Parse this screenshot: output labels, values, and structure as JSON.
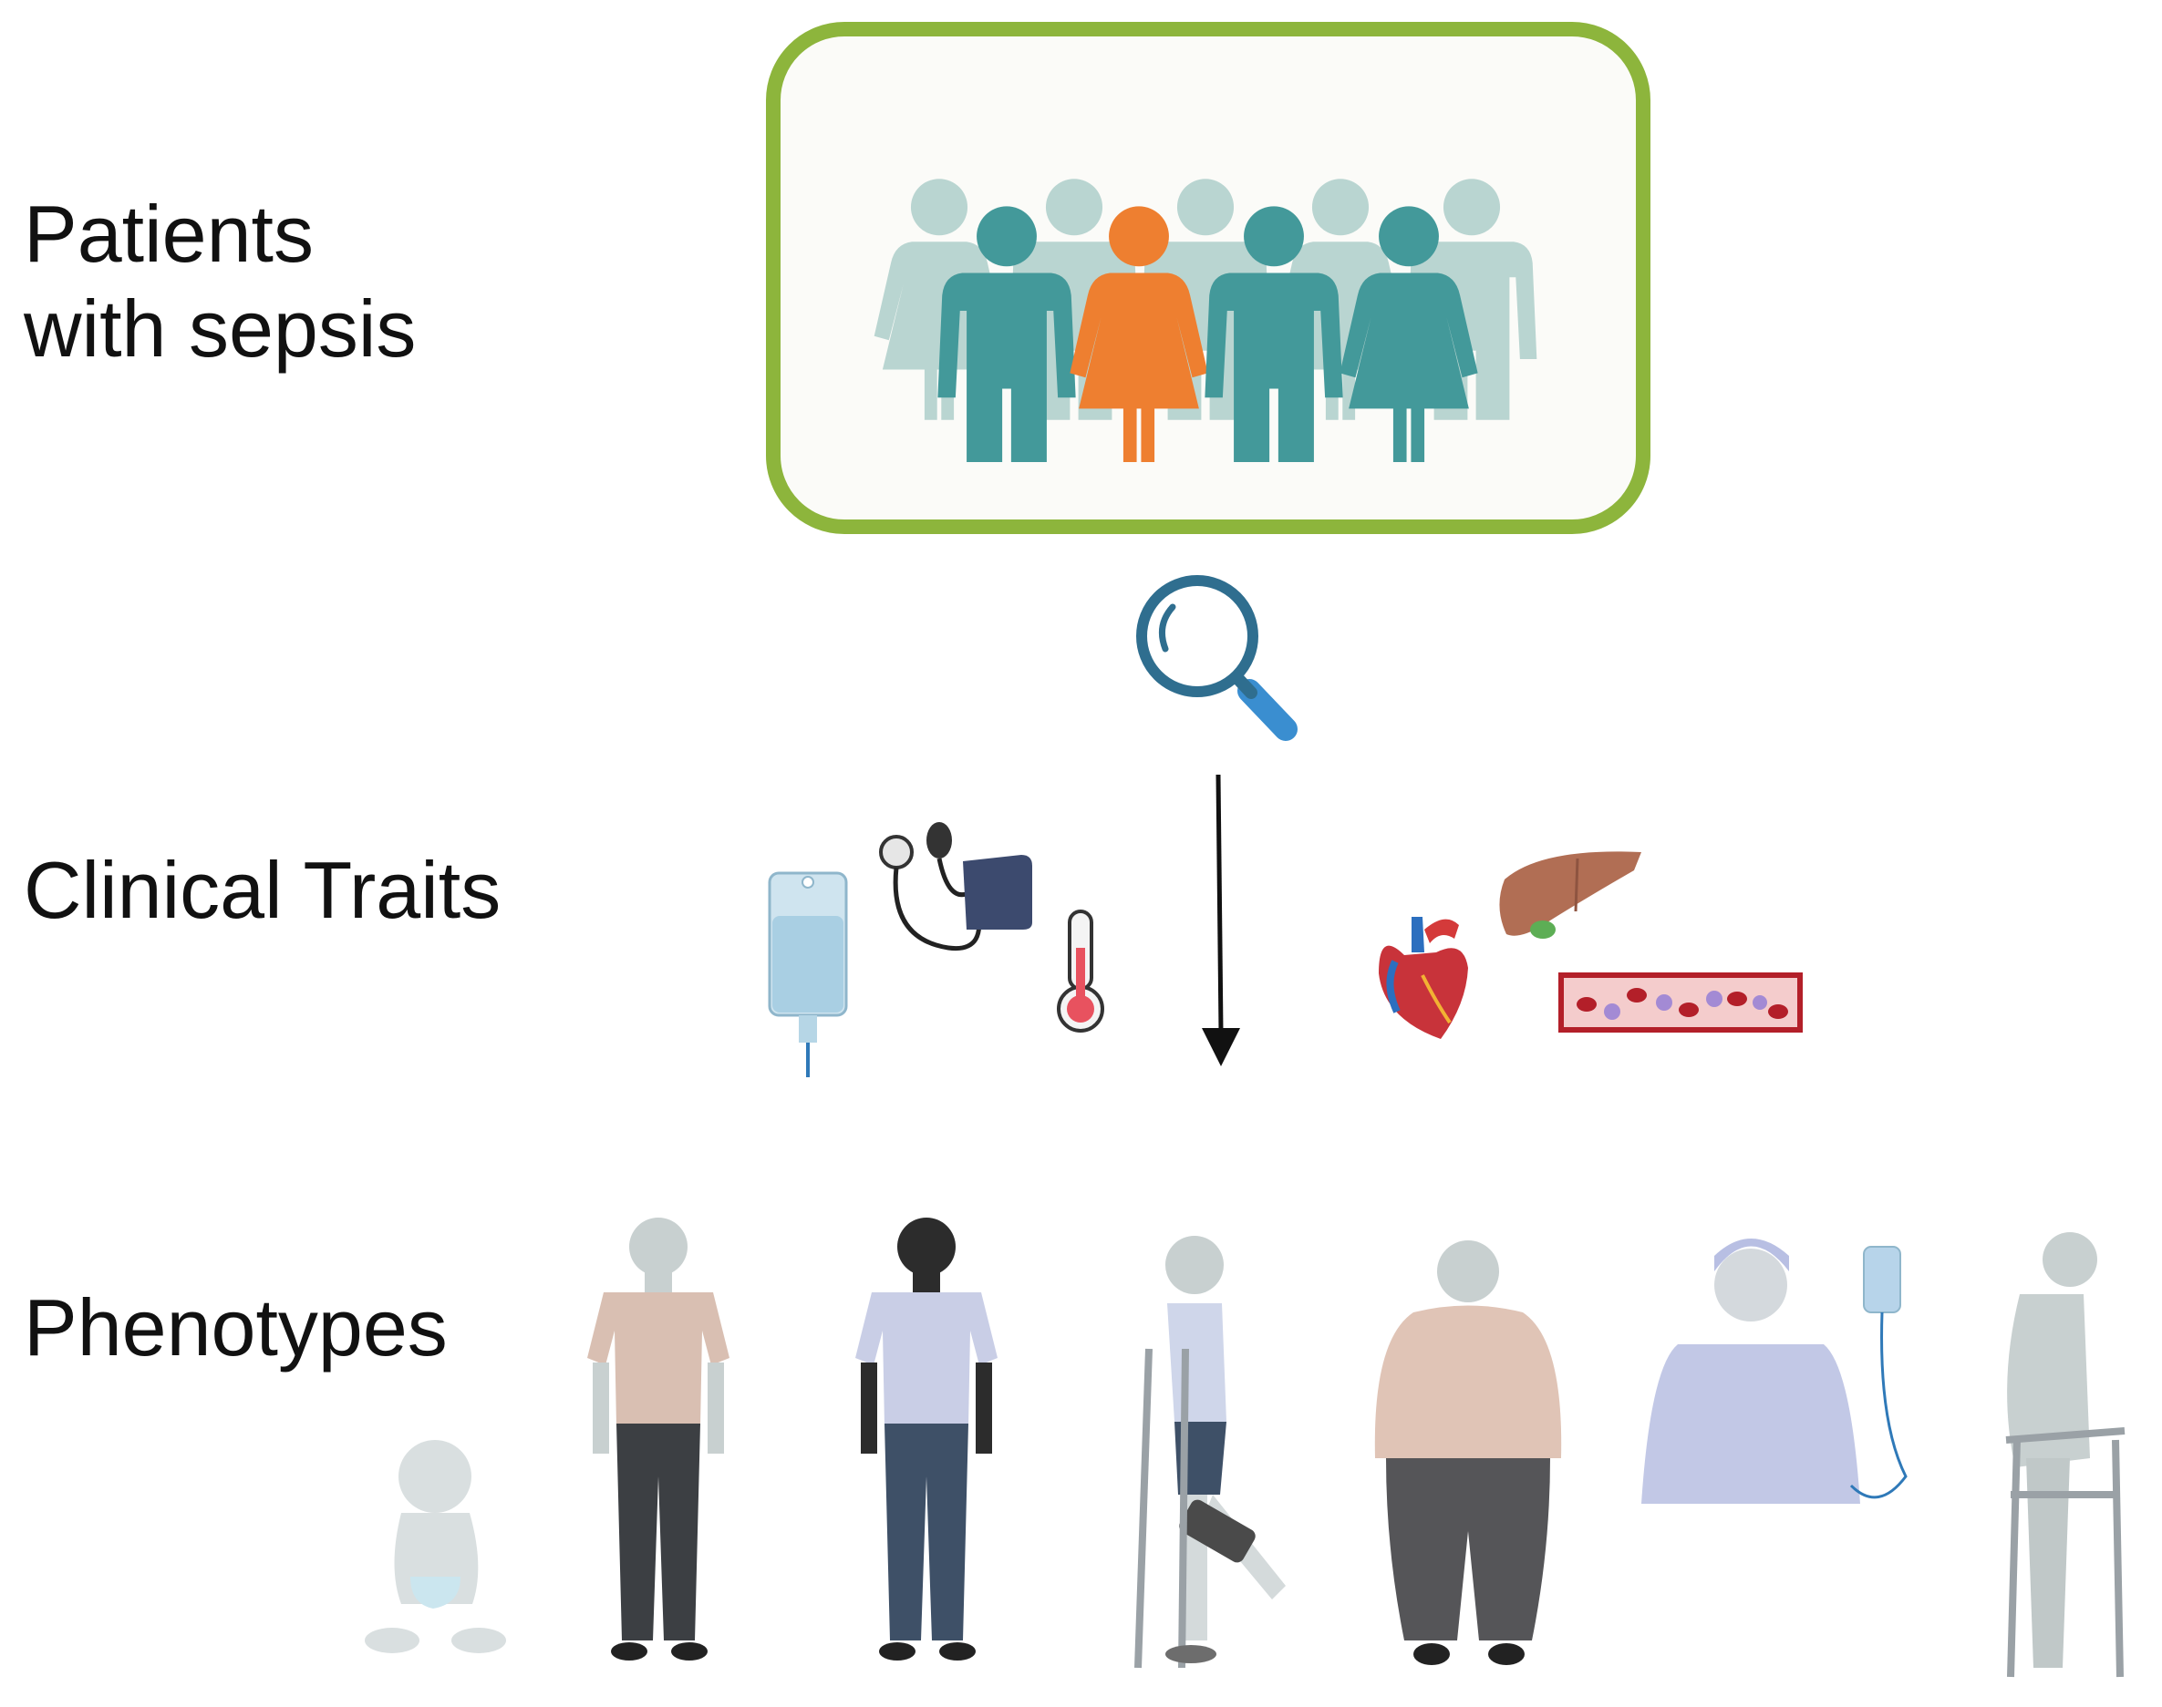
{
  "labels": {
    "patients_line1": "Patients",
    "patients_line2": "with sepsis",
    "clinical_traits": "Clinical Traits",
    "phenotypes": "Phenotypes"
  },
  "icons": {
    "cohort": [
      "person-male-icon",
      "person-female-icon"
    ],
    "search": "magnifying-glass-icon",
    "clinical_left": [
      "iv-bag-icon",
      "blood-pressure-cuff-icon",
      "thermometer-icon"
    ],
    "clinical_right": [
      "heart-icon",
      "liver-icon",
      "blood-vessel-icon"
    ],
    "phenotypes": [
      "infant-icon",
      "adult-man-icon",
      "adult-man-dark-skin-icon",
      "injured-leg-brace-icon",
      "obese-woman-icon",
      "patient-with-iv-icon",
      "elderly-walker-icon"
    ]
  },
  "colors": {
    "cohort_frame": "#8db53c",
    "teal": "#43999a",
    "teal_light": "#b9d5d1",
    "orange": "#ee7f30",
    "search": "#2f6e8f",
    "search_handle": "#3a8ed0",
    "arrow": "#111111"
  }
}
